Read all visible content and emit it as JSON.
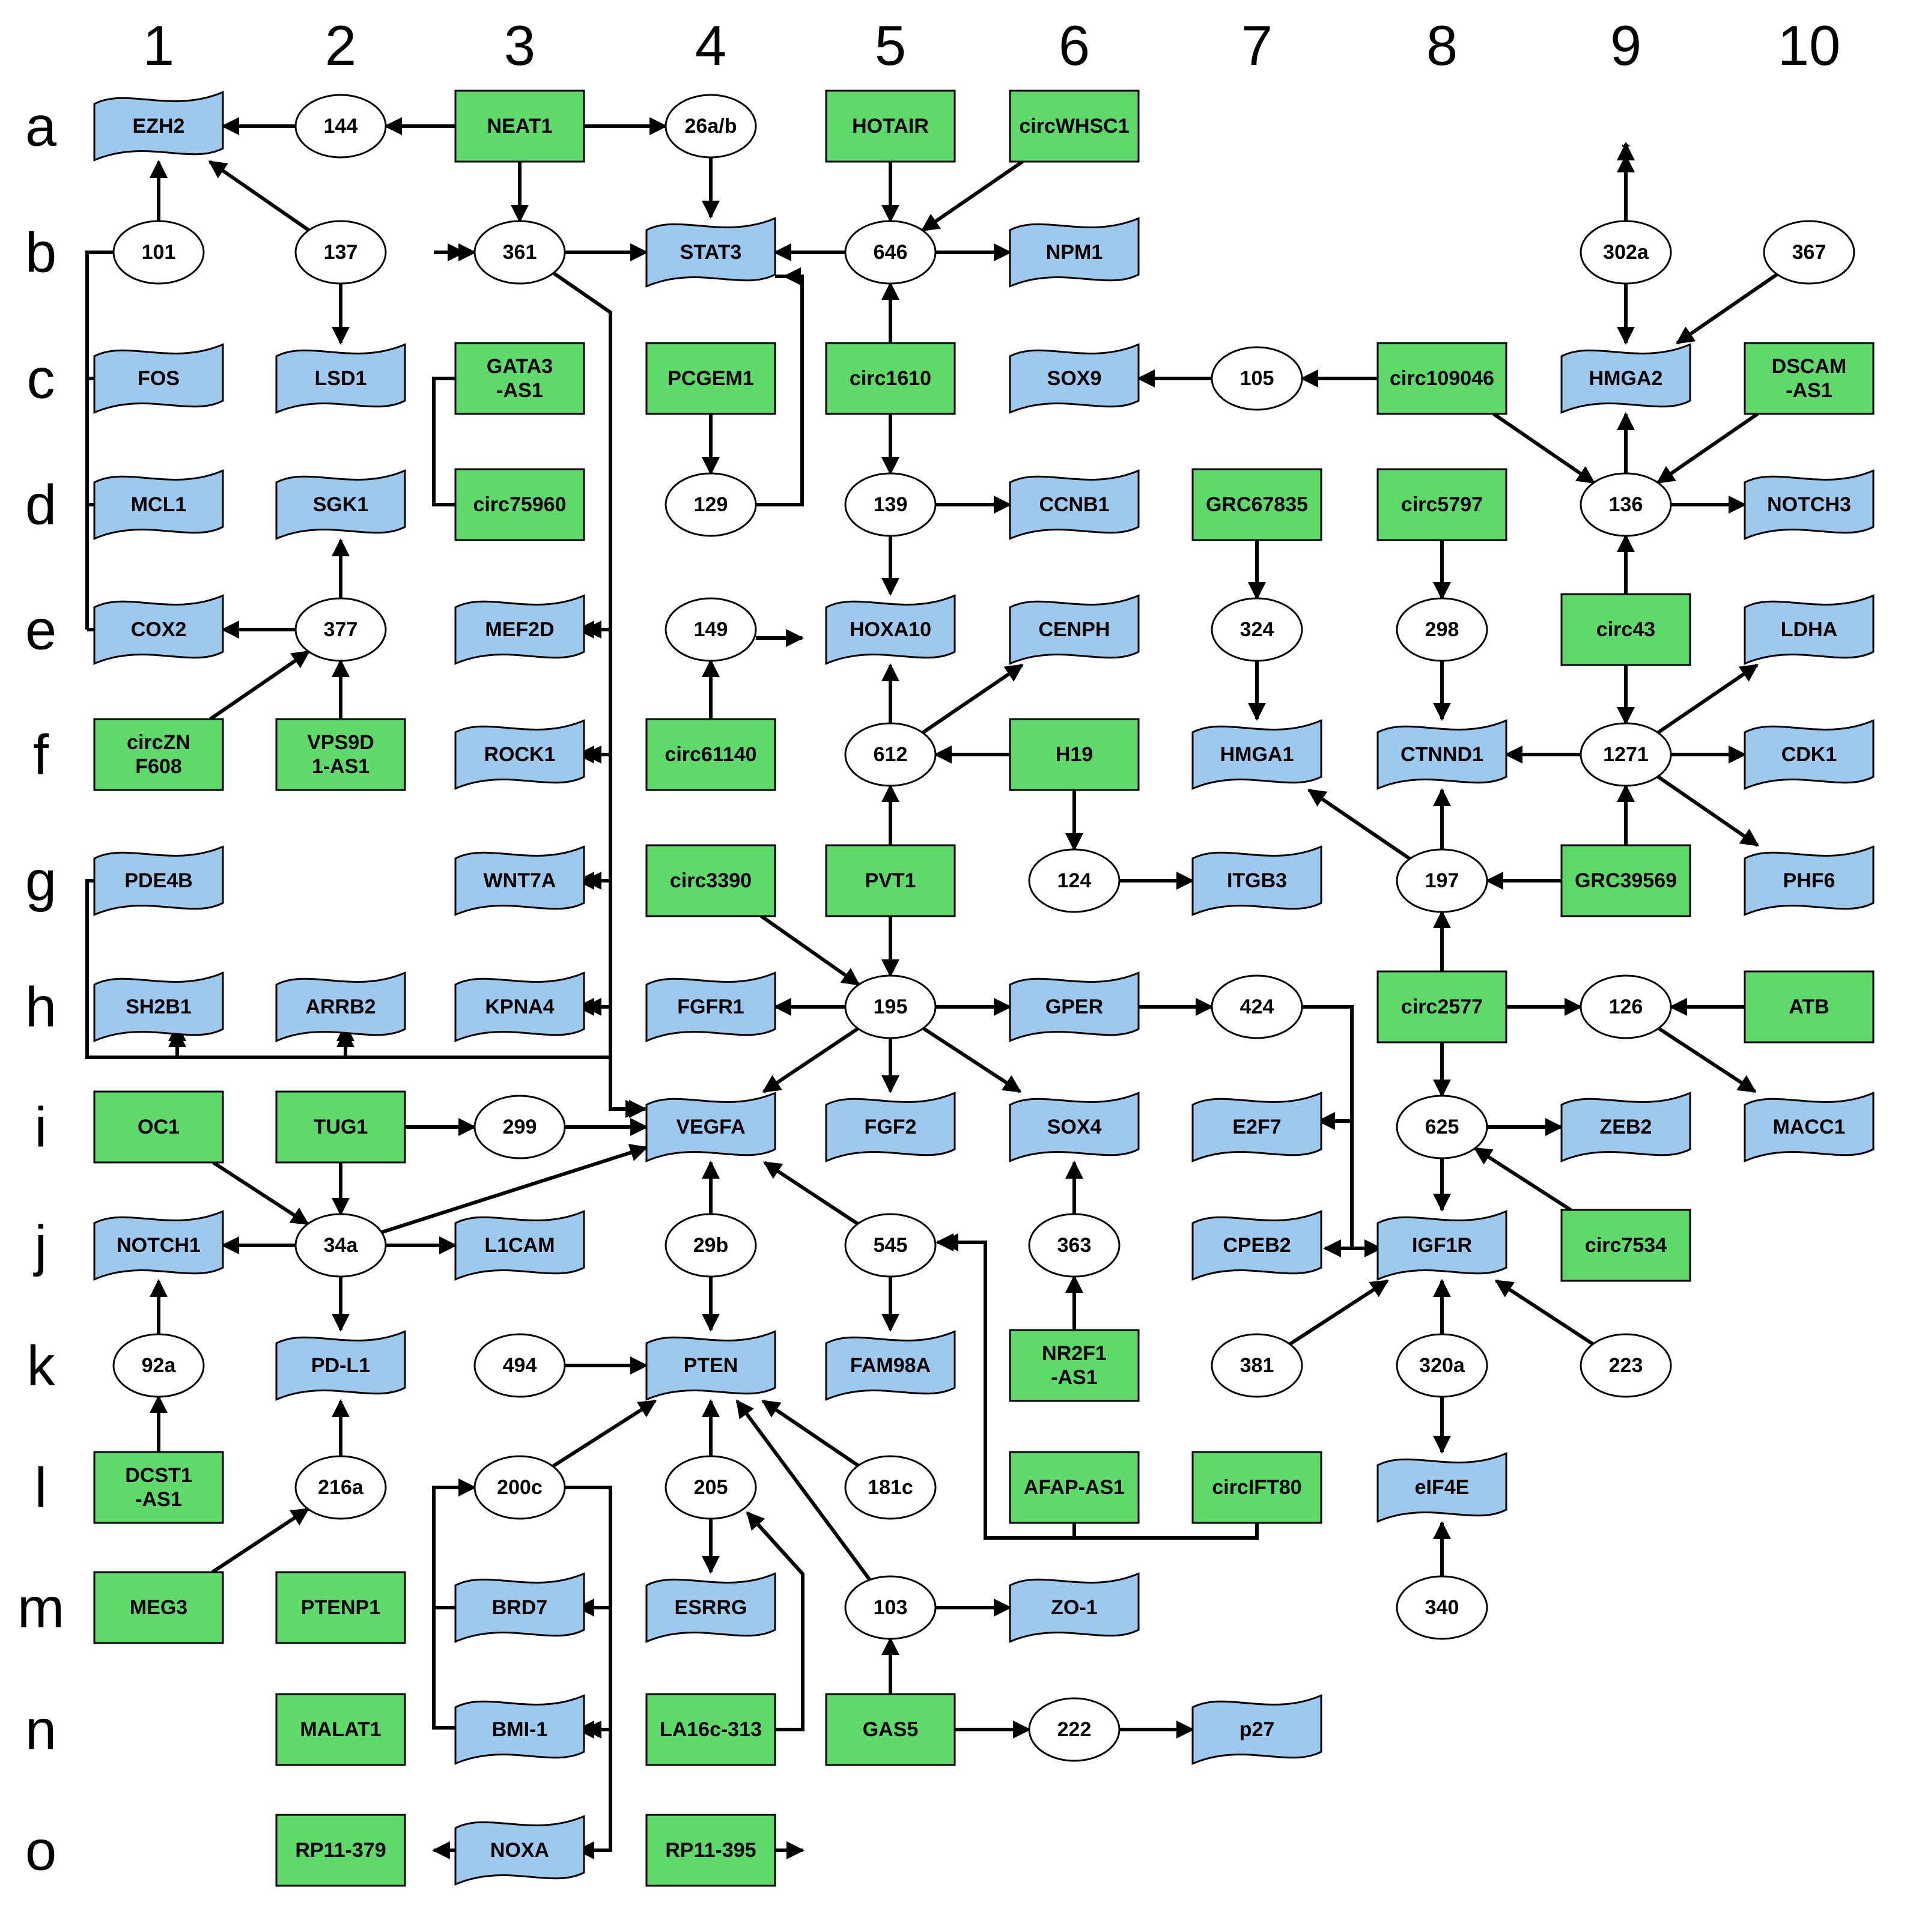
{
  "columns": [
    "1",
    "2",
    "3",
    "4",
    "5",
    "6",
    "7",
    "8",
    "9",
    "10"
  ],
  "rows": [
    "a",
    "b",
    "c",
    "d",
    "e",
    "f",
    "g",
    "h",
    "i",
    "j",
    "k",
    "l",
    "m",
    "n",
    "o"
  ],
  "nodes": [
    {
      "id": "EZH2",
      "label": "EZH2",
      "kind": "gene"
    },
    {
      "id": "m144",
      "label": "144",
      "kind": "mirna"
    },
    {
      "id": "NEAT1",
      "label": "NEAT1",
      "kind": "lncrna"
    },
    {
      "id": "m26ab",
      "label": "26a/b",
      "kind": "mirna"
    },
    {
      "id": "HOTAIR",
      "label": "HOTAIR",
      "kind": "lncrna"
    },
    {
      "id": "circWHSC1",
      "label": "circWHSC1",
      "kind": "lncrna"
    },
    {
      "id": "star",
      "label": "*",
      "kind": "symbol"
    },
    {
      "id": "m101",
      "label": "101",
      "kind": "mirna"
    },
    {
      "id": "m137",
      "label": "137",
      "kind": "mirna"
    },
    {
      "id": "m361",
      "label": "361",
      "kind": "mirna"
    },
    {
      "id": "STAT3",
      "label": "STAT3",
      "kind": "gene"
    },
    {
      "id": "m646",
      "label": "646",
      "kind": "mirna"
    },
    {
      "id": "NPM1",
      "label": "NPM1",
      "kind": "gene"
    },
    {
      "id": "m302a",
      "label": "302a",
      "kind": "mirna"
    },
    {
      "id": "m367",
      "label": "367",
      "kind": "mirna"
    },
    {
      "id": "FOS",
      "label": "FOS",
      "kind": "gene"
    },
    {
      "id": "LSD1",
      "label": "LSD1",
      "kind": "gene"
    },
    {
      "id": "GATA3AS1",
      "label": "GATA3\n-AS1",
      "kind": "lncrna"
    },
    {
      "id": "PCGEM1",
      "label": "PCGEM1",
      "kind": "lncrna"
    },
    {
      "id": "circ1610",
      "label": "circ1610",
      "kind": "lncrna"
    },
    {
      "id": "SOX9",
      "label": "SOX9",
      "kind": "gene"
    },
    {
      "id": "m105",
      "label": "105",
      "kind": "mirna"
    },
    {
      "id": "circ109046",
      "label": "circ109046",
      "kind": "lncrna"
    },
    {
      "id": "HMGA2",
      "label": "HMGA2",
      "kind": "gene"
    },
    {
      "id": "DSCAMAS1",
      "label": "DSCAM\n-AS1",
      "kind": "lncrna"
    },
    {
      "id": "MCL1",
      "label": "MCL1",
      "kind": "gene"
    },
    {
      "id": "SGK1",
      "label": "SGK1",
      "kind": "gene"
    },
    {
      "id": "circ75960",
      "label": "circ75960",
      "kind": "lncrna"
    },
    {
      "id": "m129",
      "label": "129",
      "kind": "mirna"
    },
    {
      "id": "m139",
      "label": "139",
      "kind": "mirna"
    },
    {
      "id": "CCNB1",
      "label": "CCNB1",
      "kind": "gene"
    },
    {
      "id": "GRC67835",
      "label": "GRC67835",
      "kind": "lncrna"
    },
    {
      "id": "circ5797",
      "label": "circ5797",
      "kind": "lncrna"
    },
    {
      "id": "m136",
      "label": "136",
      "kind": "mirna"
    },
    {
      "id": "NOTCH3",
      "label": "NOTCH3",
      "kind": "gene"
    },
    {
      "id": "COX2",
      "label": "COX2",
      "kind": "gene"
    },
    {
      "id": "m377",
      "label": "377",
      "kind": "mirna"
    },
    {
      "id": "MEF2D",
      "label": "MEF2D",
      "kind": "gene"
    },
    {
      "id": "m149",
      "label": "149",
      "kind": "mirna"
    },
    {
      "id": "HOXA10",
      "label": "HOXA10",
      "kind": "gene"
    },
    {
      "id": "CENPH",
      "label": "CENPH",
      "kind": "gene"
    },
    {
      "id": "m324",
      "label": "324",
      "kind": "mirna"
    },
    {
      "id": "m298",
      "label": "298",
      "kind": "mirna"
    },
    {
      "id": "circ43",
      "label": "circ43",
      "kind": "lncrna"
    },
    {
      "id": "LDHA",
      "label": "LDHA",
      "kind": "gene"
    },
    {
      "id": "circZNF608",
      "label": "circZN\nF608",
      "kind": "lncrna"
    },
    {
      "id": "VPS9D1AS1",
      "label": "VPS9D\n1-AS1",
      "kind": "lncrna"
    },
    {
      "id": "ROCK1",
      "label": "ROCK1",
      "kind": "gene"
    },
    {
      "id": "circ61140",
      "label": "circ61140",
      "kind": "lncrna"
    },
    {
      "id": "m612",
      "label": "612",
      "kind": "mirna"
    },
    {
      "id": "H19",
      "label": "H19",
      "kind": "lncrna"
    },
    {
      "id": "HMGA1",
      "label": "HMGA1",
      "kind": "gene"
    },
    {
      "id": "CTNND1",
      "label": "CTNND1",
      "kind": "gene"
    },
    {
      "id": "m1271",
      "label": "1271",
      "kind": "mirna"
    },
    {
      "id": "CDK1",
      "label": "CDK1",
      "kind": "gene"
    },
    {
      "id": "PDE4B",
      "label": "PDE4B",
      "kind": "gene"
    },
    {
      "id": "WNT7A",
      "label": "WNT7A",
      "kind": "gene"
    },
    {
      "id": "circ3390",
      "label": "circ3390",
      "kind": "lncrna"
    },
    {
      "id": "PVT1",
      "label": "PVT1",
      "kind": "lncrna"
    },
    {
      "id": "m124",
      "label": "124",
      "kind": "mirna"
    },
    {
      "id": "ITGB3",
      "label": "ITGB3",
      "kind": "gene"
    },
    {
      "id": "m197",
      "label": "197",
      "kind": "mirna"
    },
    {
      "id": "GRC39569",
      "label": "GRC39569",
      "kind": "lncrna"
    },
    {
      "id": "PHF6",
      "label": "PHF6",
      "kind": "gene"
    },
    {
      "id": "SH2B1",
      "label": "SH2B1",
      "kind": "gene"
    },
    {
      "id": "ARRB2",
      "label": "ARRB2",
      "kind": "gene"
    },
    {
      "id": "KPNA4",
      "label": "KPNA4",
      "kind": "gene"
    },
    {
      "id": "FGFR1",
      "label": "FGFR1",
      "kind": "gene"
    },
    {
      "id": "m195",
      "label": "195",
      "kind": "mirna"
    },
    {
      "id": "GPER",
      "label": "GPER",
      "kind": "gene"
    },
    {
      "id": "m424",
      "label": "424",
      "kind": "mirna"
    },
    {
      "id": "circ2577",
      "label": "circ2577",
      "kind": "lncrna"
    },
    {
      "id": "m126",
      "label": "126",
      "kind": "mirna"
    },
    {
      "id": "ATB",
      "label": "ATB",
      "kind": "lncrna"
    },
    {
      "id": "OC1",
      "label": "OC1",
      "kind": "lncrna"
    },
    {
      "id": "TUG1",
      "label": "TUG1",
      "kind": "lncrna"
    },
    {
      "id": "m299",
      "label": "299",
      "kind": "mirna"
    },
    {
      "id": "VEGFA",
      "label": "VEGFA",
      "kind": "gene"
    },
    {
      "id": "FGF2",
      "label": "FGF2",
      "kind": "gene"
    },
    {
      "id": "SOX4",
      "label": "SOX4",
      "kind": "gene"
    },
    {
      "id": "E2F7",
      "label": "E2F7",
      "kind": "gene"
    },
    {
      "id": "m625",
      "label": "625",
      "kind": "mirna"
    },
    {
      "id": "ZEB2",
      "label": "ZEB2",
      "kind": "gene"
    },
    {
      "id": "MACC1",
      "label": "MACC1",
      "kind": "gene"
    },
    {
      "id": "NOTCH1",
      "label": "NOTCH1",
      "kind": "gene"
    },
    {
      "id": "m34a",
      "label": "34a",
      "kind": "mirna"
    },
    {
      "id": "L1CAM",
      "label": "L1CAM",
      "kind": "gene"
    },
    {
      "id": "m29b",
      "label": "29b",
      "kind": "mirna"
    },
    {
      "id": "m545",
      "label": "545",
      "kind": "mirna"
    },
    {
      "id": "m363",
      "label": "363",
      "kind": "mirna"
    },
    {
      "id": "CPEB2",
      "label": "CPEB2",
      "kind": "gene"
    },
    {
      "id": "IGF1R",
      "label": "IGF1R",
      "kind": "gene"
    },
    {
      "id": "circ7534",
      "label": "circ7534",
      "kind": "lncrna"
    },
    {
      "id": "m92a",
      "label": "92a",
      "kind": "mirna"
    },
    {
      "id": "PDL1",
      "label": "PD-L1",
      "kind": "gene"
    },
    {
      "id": "m494",
      "label": "494",
      "kind": "mirna"
    },
    {
      "id": "PTEN",
      "label": "PTEN",
      "kind": "gene"
    },
    {
      "id": "FAM98A",
      "label": "FAM98A",
      "kind": "gene"
    },
    {
      "id": "NR2F1AS1",
      "label": "NR2F1\n-AS1",
      "kind": "lncrna"
    },
    {
      "id": "m381",
      "label": "381",
      "kind": "mirna"
    },
    {
      "id": "m320a",
      "label": "320a",
      "kind": "mirna"
    },
    {
      "id": "m223",
      "label": "223",
      "kind": "mirna"
    },
    {
      "id": "DCST1AS1",
      "label": "DCST1\n-AS1",
      "kind": "lncrna"
    },
    {
      "id": "m216a",
      "label": "216a",
      "kind": "mirna"
    },
    {
      "id": "m200c",
      "label": "200c",
      "kind": "mirna"
    },
    {
      "id": "m205",
      "label": "205",
      "kind": "mirna"
    },
    {
      "id": "m181c",
      "label": "181c",
      "kind": "mirna"
    },
    {
      "id": "AFAPAS1",
      "label": "AFAP-AS1",
      "kind": "lncrna"
    },
    {
      "id": "circIFT80",
      "label": "circIFT80",
      "kind": "lncrna"
    },
    {
      "id": "eIF4E",
      "label": "eIF4E",
      "kind": "gene"
    },
    {
      "id": "MEG3",
      "label": "MEG3",
      "kind": "lncrna"
    },
    {
      "id": "PTENP1",
      "label": "PTENP1",
      "kind": "lncrna"
    },
    {
      "id": "BRD7",
      "label": "BRD7",
      "kind": "gene"
    },
    {
      "id": "ESRRG",
      "label": "ESRRG",
      "kind": "gene"
    },
    {
      "id": "m103",
      "label": "103",
      "kind": "mirna"
    },
    {
      "id": "ZO1",
      "label": "ZO-1",
      "kind": "gene"
    },
    {
      "id": "m340",
      "label": "340",
      "kind": "mirna"
    },
    {
      "id": "MALAT1",
      "label": "MALAT1",
      "kind": "lncrna"
    },
    {
      "id": "BMI1",
      "label": "BMI-1",
      "kind": "gene"
    },
    {
      "id": "LA16c313",
      "label": "LA16c-313",
      "kind": "lncrna"
    },
    {
      "id": "GAS5",
      "label": "GAS5",
      "kind": "lncrna"
    },
    {
      "id": "m222",
      "label": "222",
      "kind": "mirna"
    },
    {
      "id": "p27",
      "label": "p27",
      "kind": "gene"
    },
    {
      "id": "RP11379",
      "label": "RP11-379",
      "kind": "lncrna"
    },
    {
      "id": "NOXA",
      "label": "NOXA",
      "kind": "gene"
    },
    {
      "id": "RP11395",
      "label": "RP11-395",
      "kind": "lncrna"
    }
  ],
  "edges": [
    [
      "m144",
      "EZH2"
    ],
    [
      "NEAT1",
      "m144"
    ],
    [
      "NEAT1",
      "m26ab"
    ],
    [
      "NEAT1",
      "m361"
    ],
    [
      "m26ab",
      "STAT3"
    ],
    [
      "m101",
      "EZH2"
    ],
    [
      "m137",
      "EZH2"
    ],
    [
      "m137",
      "LSD1"
    ],
    [
      "m361",
      "STAT3"
    ],
    [
      "m646",
      "STAT3"
    ],
    [
      "m646",
      "NPM1"
    ],
    [
      "HOTAIR",
      "m646"
    ],
    [
      "circWHSC1",
      "m646"
    ],
    [
      "circ1610",
      "m646"
    ],
    [
      "circ1610",
      "m139"
    ],
    [
      "m302a",
      "star"
    ],
    [
      "m302a",
      "HMGA2"
    ],
    [
      "m367",
      "HMGA2"
    ],
    [
      "m105",
      "SOX9"
    ],
    [
      "circ109046",
      "m105"
    ],
    [
      "circ109046",
      "m136"
    ],
    [
      "DSCAMAS1",
      "m136"
    ],
    [
      "m136",
      "HMGA2"
    ],
    [
      "m136",
      "NOTCH3"
    ],
    [
      "circ43",
      "m136"
    ],
    [
      "circ43",
      "m1271"
    ],
    [
      "PCGEM1",
      "m129"
    ],
    [
      "m139",
      "CCNB1"
    ],
    [
      "m139",
      "HOXA10"
    ],
    [
      "GRC67835",
      "m324"
    ],
    [
      "m324",
      "HMGA1"
    ],
    [
      "circ5797",
      "m298"
    ],
    [
      "m298",
      "CTNND1"
    ],
    [
      "m377",
      "COX2"
    ],
    [
      "m377",
      "SGK1"
    ],
    [
      "circZNF608",
      "m377"
    ],
    [
      "VPS9D1AS1",
      "m377"
    ],
    [
      "circ61140",
      "m149"
    ],
    [
      "m612",
      "HOXA10"
    ],
    [
      "m612",
      "CENPH"
    ],
    [
      "H19",
      "m612"
    ],
    [
      "H19",
      "m124"
    ],
    [
      "PVT1",
      "m612"
    ],
    [
      "PVT1",
      "m195"
    ],
    [
      "m124",
      "ITGB3"
    ],
    [
      "m1271",
      "CTNND1"
    ],
    [
      "m1271",
      "LDHA"
    ],
    [
      "m1271",
      "CDK1"
    ],
    [
      "m1271",
      "PHF6"
    ],
    [
      "GRC39569",
      "m1271"
    ],
    [
      "GRC39569",
      "m197"
    ],
    [
      "m197",
      "CTNND1"
    ],
    [
      "m197",
      "HMGA1"
    ],
    [
      "circ2577",
      "m197"
    ],
    [
      "circ2577",
      "m126"
    ],
    [
      "circ2577",
      "m625"
    ],
    [
      "ATB",
      "m126"
    ],
    [
      "m126",
      "MACC1"
    ],
    [
      "circ3390",
      "m195"
    ],
    [
      "m195",
      "FGFR1"
    ],
    [
      "m195",
      "GPER"
    ],
    [
      "m195",
      "VEGFA"
    ],
    [
      "m195",
      "FGF2"
    ],
    [
      "m195",
      "SOX4"
    ],
    [
      "GPER",
      "m424"
    ],
    [
      "TUG1",
      "m299"
    ],
    [
      "TUG1",
      "m34a"
    ],
    [
      "m299",
      "VEGFA"
    ],
    [
      "OC1",
      "m34a"
    ],
    [
      "m34a",
      "NOTCH1"
    ],
    [
      "m34a",
      "L1CAM"
    ],
    [
      "m34a",
      "PDL1"
    ],
    [
      "m34a",
      "VEGFA"
    ],
    [
      "m29b",
      "VEGFA"
    ],
    [
      "m29b",
      "PTEN"
    ],
    [
      "m545",
      "VEGFA"
    ],
    [
      "m545",
      "FAM98A"
    ],
    [
      "m363",
      "SOX4"
    ],
    [
      "NR2F1AS1",
      "m363"
    ],
    [
      "m625",
      "ZEB2"
    ],
    [
      "m625",
      "IGF1R"
    ],
    [
      "circ7534",
      "m625"
    ],
    [
      "m381",
      "IGF1R"
    ],
    [
      "m320a",
      "IGF1R"
    ],
    [
      "m320a",
      "eIF4E"
    ],
    [
      "m223",
      "IGF1R"
    ],
    [
      "m340",
      "eIF4E"
    ],
    [
      "m92a",
      "NOTCH1"
    ],
    [
      "DCST1AS1",
      "m92a"
    ],
    [
      "m216a",
      "PDL1"
    ],
    [
      "MEG3",
      "m216a"
    ],
    [
      "m494",
      "PTEN"
    ],
    [
      "m200c",
      "PTEN"
    ],
    [
      "m205",
      "PTEN"
    ],
    [
      "m205",
      "ESRRG"
    ],
    [
      "m181c",
      "PTEN"
    ],
    [
      "m103",
      "PTEN"
    ],
    [
      "m103",
      "ZO1"
    ],
    [
      "GAS5",
      "m103"
    ],
    [
      "GAS5",
      "m222"
    ],
    [
      "m222",
      "p27"
    ]
  ]
}
